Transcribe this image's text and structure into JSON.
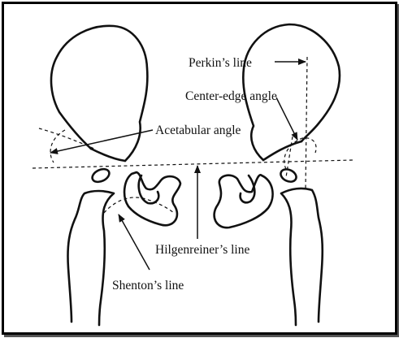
{
  "labels": {
    "perkins_line": "Perkin’s line",
    "center_edge_angle": "Center-edge angle",
    "acetabular_angle": "Acetabular angle",
    "hilgenreiners_line": "Hilgenreiner’s line",
    "shentons_line": "Shenton’s line"
  }
}
